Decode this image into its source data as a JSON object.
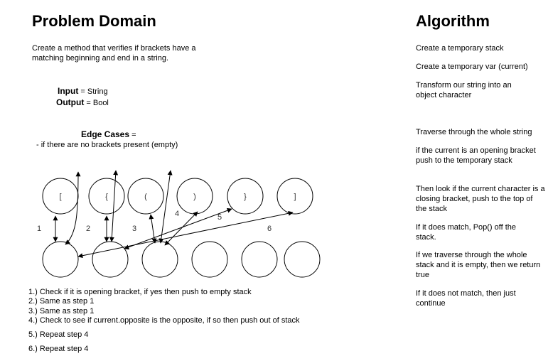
{
  "problem": {
    "title": "Problem Domain",
    "description_lines": [
      "Create a method that verifies if brackets have a",
      "matching beginning and end in a string."
    ],
    "input_label": "Input",
    "input_value": " = String",
    "output_label": "Output",
    "output_value": " = Bool",
    "edge_label": "Edge Cases",
    "edge_suffix": " =",
    "edge_item": "- if there are no brackets present (empty)"
  },
  "diagram": {
    "top_circles": [
      "[",
      "{",
      "(",
      ")",
      "}",
      "]"
    ],
    "step_numbers": [
      "1",
      "2",
      "3",
      "4",
      "5",
      "6"
    ]
  },
  "steps": [
    "1.) Check if it is opening bracket, if yes then push to empty stack",
    "2.) Same as step 1",
    "3.) Same as step 1",
    "4.) Check to see if current.opposite is the opposite, if so then push out of stack",
    "5.) Repeat step 4",
    "6.) Repeat step 4"
  ],
  "algorithm": {
    "title": "Algorithm",
    "items": [
      "Create a temporary stack",
      "Create a temporary var (current)",
      "Transform our string into an object character",
      "Traverse through the whole string",
      "if the current is an opening bracket push to the temporary stack",
      "Then look if the current character is a closing bracket, push to the top of the stack",
      "If it does match, Pop() off the stack.",
      "If we traverse through the whole stack and it is empty, then we return true",
      "If it does not match, then just continue"
    ]
  }
}
